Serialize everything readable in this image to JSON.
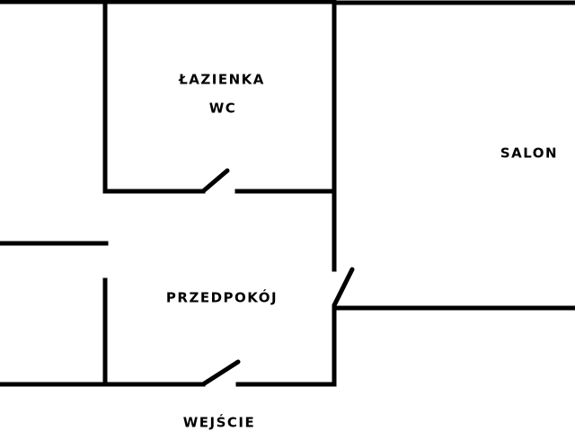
{
  "plan": {
    "rooms": {
      "bathroom": "ŁAZIENKA",
      "wc": "WC",
      "living_room": "SALON",
      "hallway": "PRZEDPOKÓJ",
      "entrance": "WEJŚCIE"
    },
    "colors": {
      "background": "#ffffff",
      "walls": "#000000",
      "labels": "#000000"
    }
  }
}
